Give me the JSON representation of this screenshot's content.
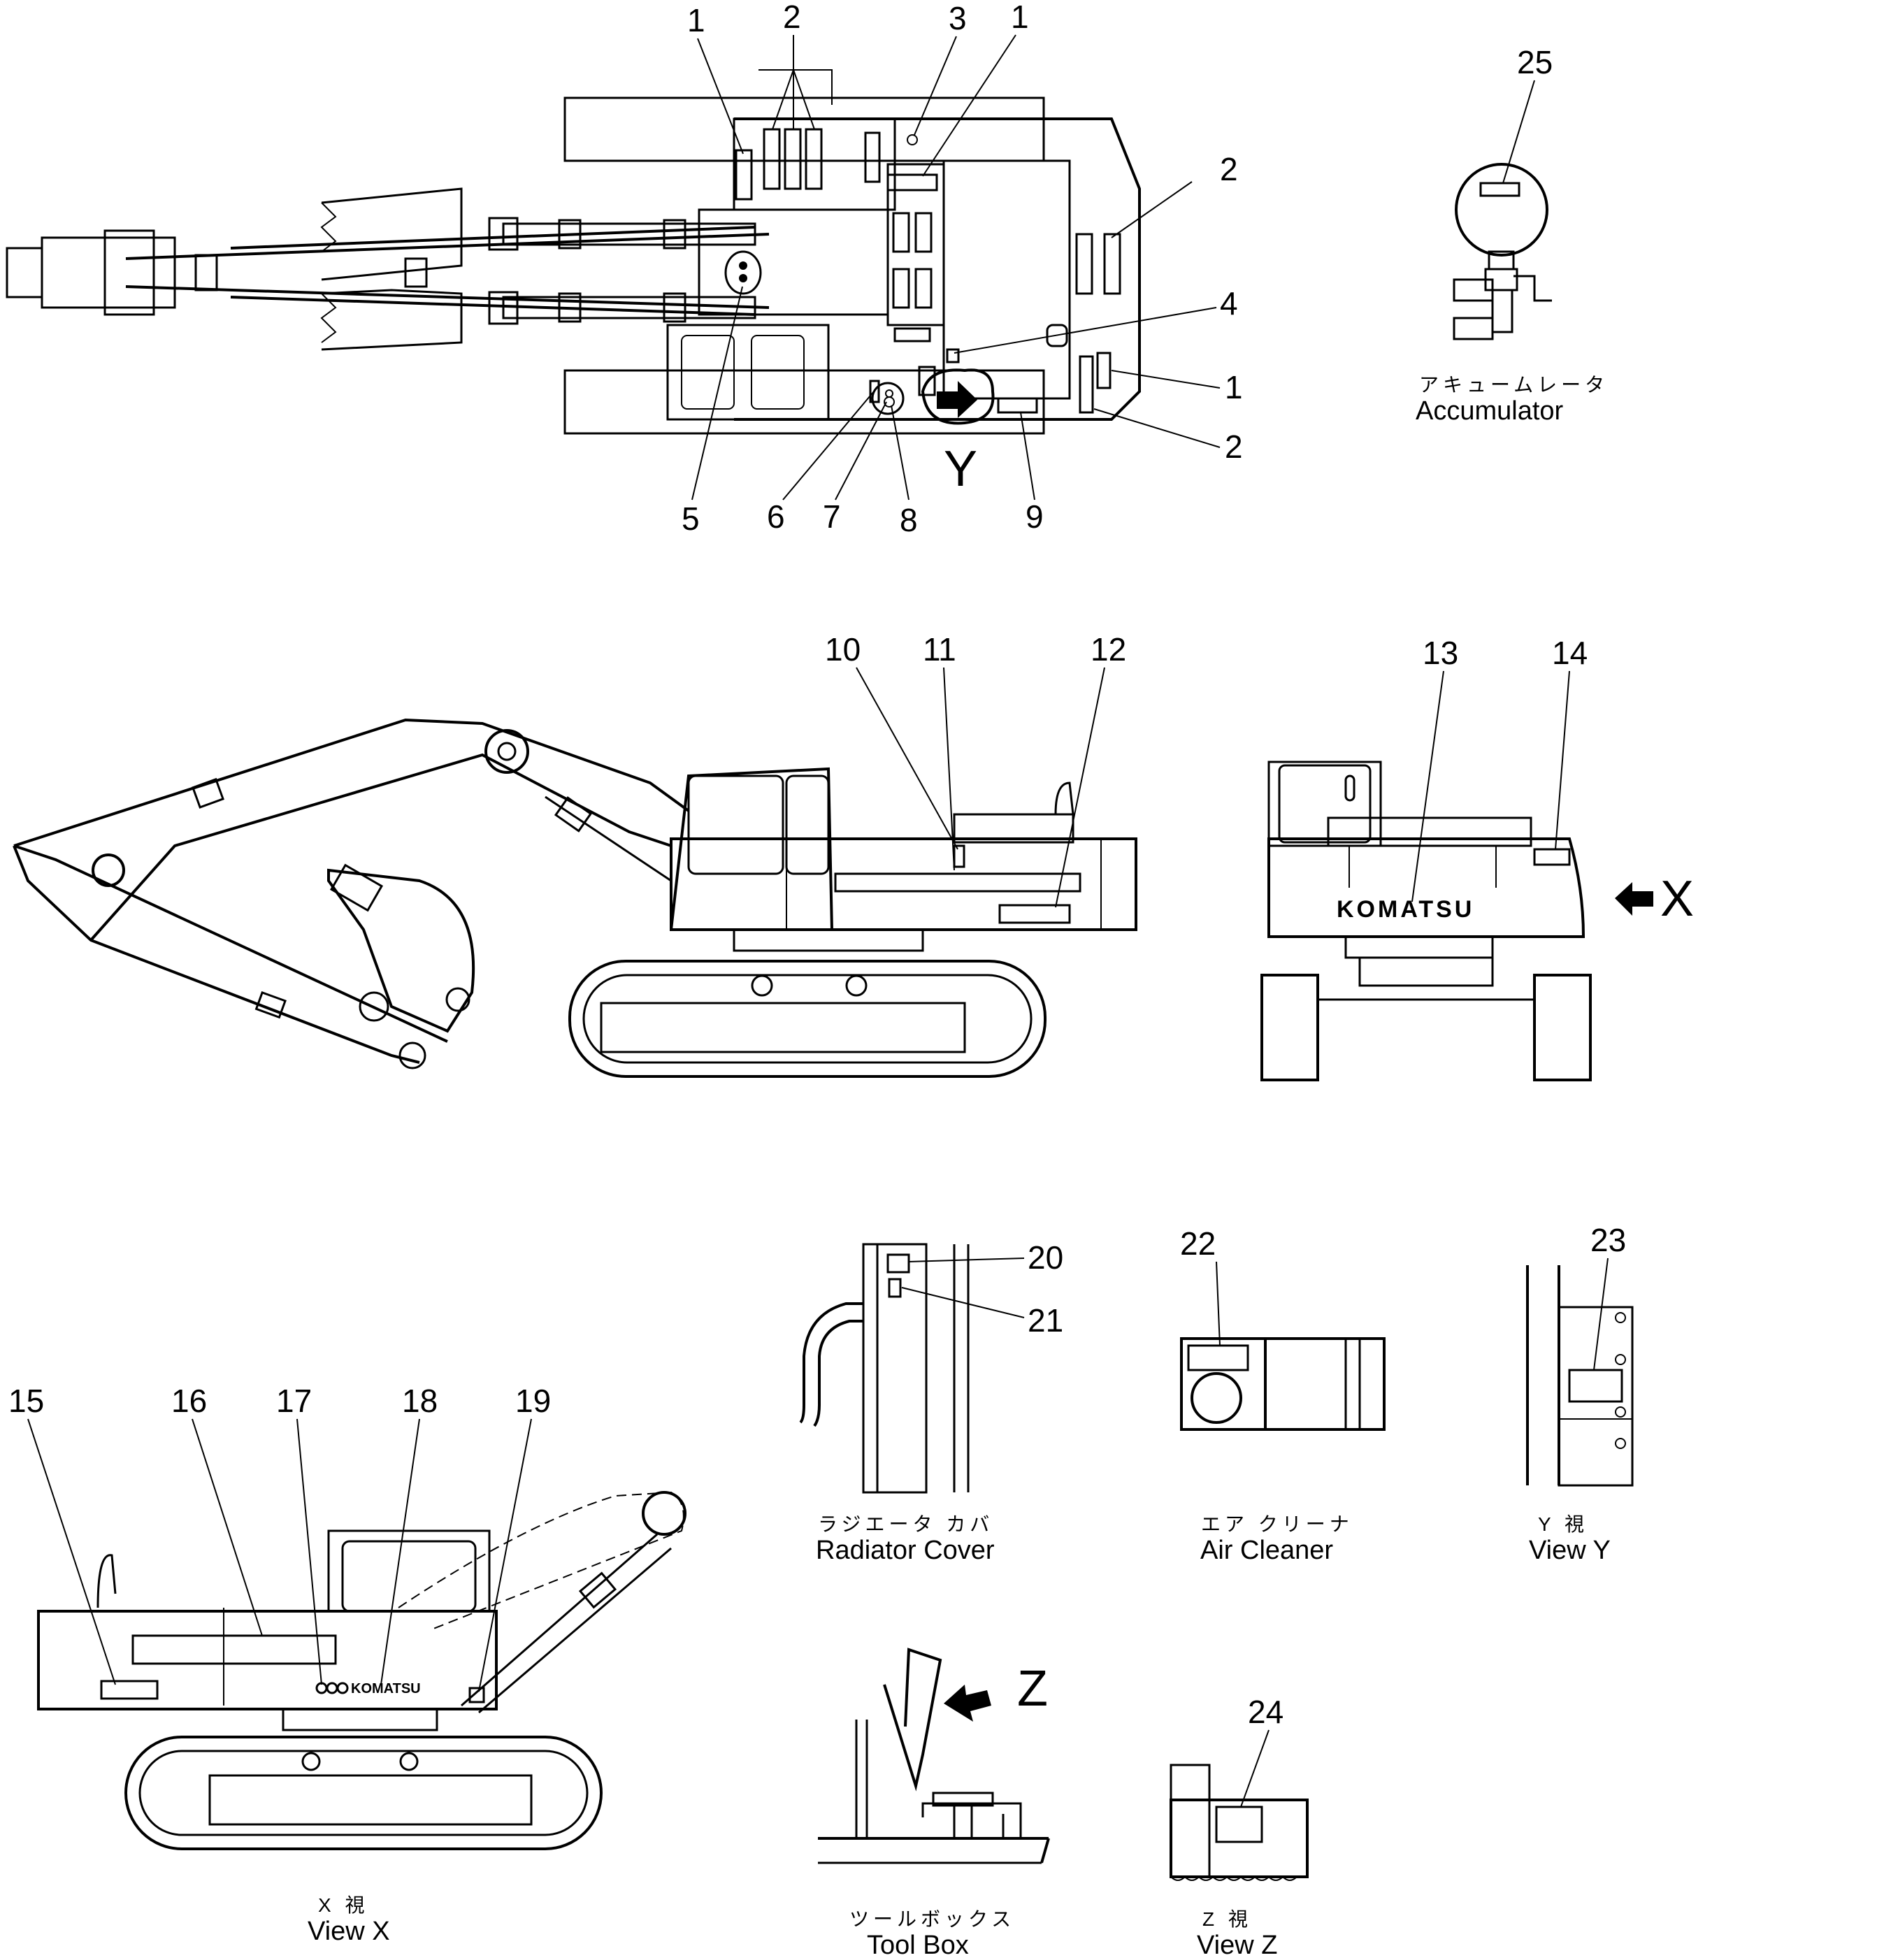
{
  "callouts": {
    "n1": "1",
    "n2": "2",
    "n3": "3",
    "n4": "4",
    "n5": "5",
    "n6": "6",
    "n7": "7",
    "n8": "8",
    "n9": "9",
    "n10": "10",
    "n11": "11",
    "n12": "12",
    "n13": "13",
    "n14": "14",
    "n15": "15",
    "n16": "16",
    "n17": "17",
    "n18": "18",
    "n19": "19",
    "n20": "20",
    "n21": "21",
    "n22": "22",
    "n23": "23",
    "n24": "24",
    "n25": "25"
  },
  "view_letters": {
    "x": "X",
    "y": "Y",
    "z": "Z"
  },
  "brand": {
    "text": "KOMATSU",
    "small_text": "KOMATSU"
  },
  "captions": {
    "accumulator_jp": "アキュームレータ",
    "accumulator_en": "Accumulator",
    "radiator_jp": "ラジエータ カバ",
    "radiator_en": "Radiator Cover",
    "aircleaner_jp": "エア クリーナ",
    "aircleaner_en": "Air Cleaner",
    "viewy_jp": "Y 視",
    "viewy_en": "View Y",
    "viewx_jp": "X 視",
    "viewx_en": "View X",
    "toolbox_jp": "ツールボックス",
    "toolbox_en": "Tool Box",
    "viewz_jp": "Z 視",
    "viewz_en": "View Z"
  }
}
